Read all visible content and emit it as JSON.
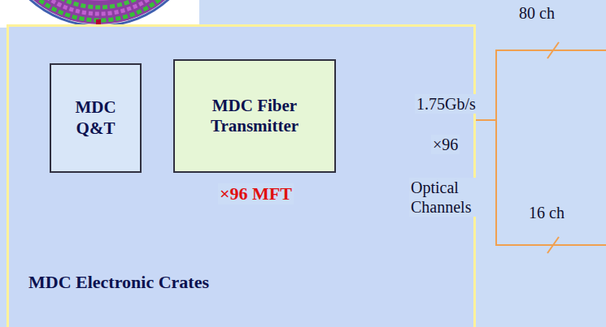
{
  "diagram": {
    "nodes": [
      {
        "text": [
          "MDC Electronic Crates"
        ]
      },
      {
        "text": [
          "MDC Q&T"
        ],
        "in": 0
      },
      {
        "text": [
          "MDC Fiber Transmitter"
        ],
        "in": 0
      }
    ],
    "edges": [
      {
        "from": 1,
        "to": 2,
        "arrow": "none"
      }
    ],
    "labels": [
      "1.75Gb/s",
      "×96",
      "Optical Channels",
      "×96 MFT",
      "80 ch",
      "16 ch"
    ]
  }
}
